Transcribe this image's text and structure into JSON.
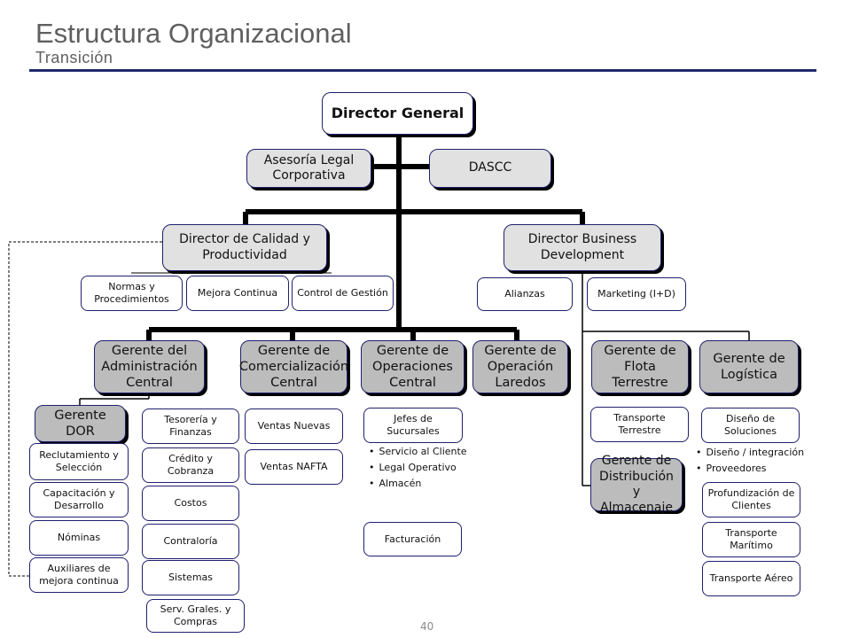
{
  "header": {
    "title": "Estructura Organizacional",
    "subtitle": "Transición"
  },
  "page_number": "40",
  "org": {
    "director_general": "Director General",
    "asesoria": "Asesoría Legal Corporativa",
    "dascc": "DASCC",
    "calidad": "Director de Calidad y Productividad",
    "business": "Director Business Development",
    "calidad_units": [
      "Normas y Procedimientos",
      "Mejora Continua",
      "Control de Gestión"
    ],
    "business_units": [
      "Alianzas",
      "Marketing (I+D)"
    ],
    "gerentes": [
      "Gerente del Administración Central",
      "Gerente de Comercialización Central",
      "Gerente de Operaciones Central",
      "Gerente de Operación Laredos",
      "Gerente de Flota Terrestre",
      "Gerente de Logística"
    ],
    "gerente_dor": "Gerente DOR",
    "dor_units": [
      "Reclutamiento y Selección",
      "Capacitación y Desarrollo",
      "Nóminas",
      "Auxiliares de mejora continua"
    ],
    "admin_units": [
      "Tesorería y Finanzas",
      "Crédito y Cobranza",
      "Costos",
      "Contraloría",
      "Sistemas",
      "Serv. Grales. y Compras"
    ],
    "comercial_units": [
      "Ventas Nuevas",
      "Ventas NAFTA"
    ],
    "operaciones_units": [
      "Jefes de Sucursales",
      "Facturación"
    ],
    "operaciones_bullets": [
      "Servicio al Cliente",
      "Legal Operativo",
      "Almacén"
    ],
    "flota_units": [
      "Transporte Terrestre"
    ],
    "gerente_distribucion": "Gerente de Distribución y Almacenaje",
    "logistica_units": [
      "Diseño de Soluciones",
      "Profundización de Clientes",
      "Transporte Marítimo",
      "Transporte Aéreo"
    ],
    "logistica_bullets": [
      "Diseño / integración",
      "Proveedores"
    ]
  }
}
